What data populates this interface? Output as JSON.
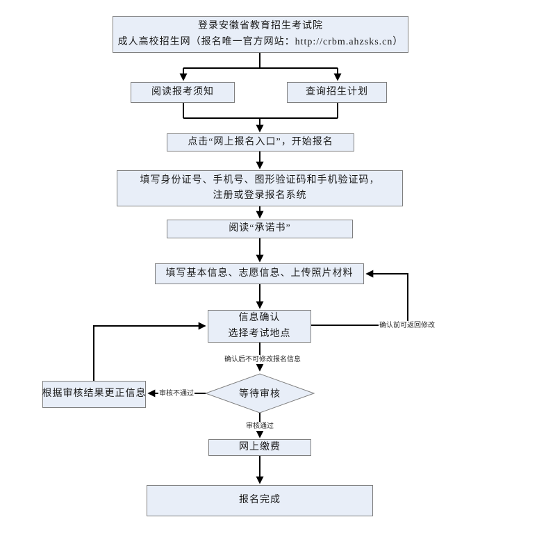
{
  "diagram": {
    "type": "flowchart",
    "colors": {
      "node_fill": "#e8eef8",
      "node_border": "#7f7f7f",
      "line_color": "#000000",
      "background": "#ffffff"
    },
    "nodes": {
      "login": {
        "line1": "登录安徽省教育招生考试院",
        "line2": "成人高校招生网（报名唯一官方网站：http://crbm.ahzsks.cn）"
      },
      "read_notice": {
        "label": "阅读报考须知"
      },
      "query_plan": {
        "label": "查询招生计划"
      },
      "click_entry": {
        "label": "点击“网上报名入口”，开始报名"
      },
      "register": {
        "line1": "填写身份证号、手机号、图形验证码和手机验证码，",
        "line2": "注册或登录报名系统"
      },
      "read_promise": {
        "label": "阅读“承诺书”"
      },
      "fill_info": {
        "label": "填写基本信息、志愿信息、上传照片材料"
      },
      "confirm": {
        "line1": "信息确认",
        "line2": "选择考试地点"
      },
      "wait_review": {
        "label": "等待审核"
      },
      "correct_info": {
        "label": "根据审核结果更正信息"
      },
      "pay_online": {
        "label": "网上缴费"
      },
      "complete": {
        "label": "报名完成"
      }
    },
    "edge_labels": {
      "return_modify": "确认前可返回修改",
      "no_modify_after_confirm": "确认后不可修改报名信息",
      "review_failed": "审核不通过",
      "review_passed": "审核通过"
    }
  }
}
